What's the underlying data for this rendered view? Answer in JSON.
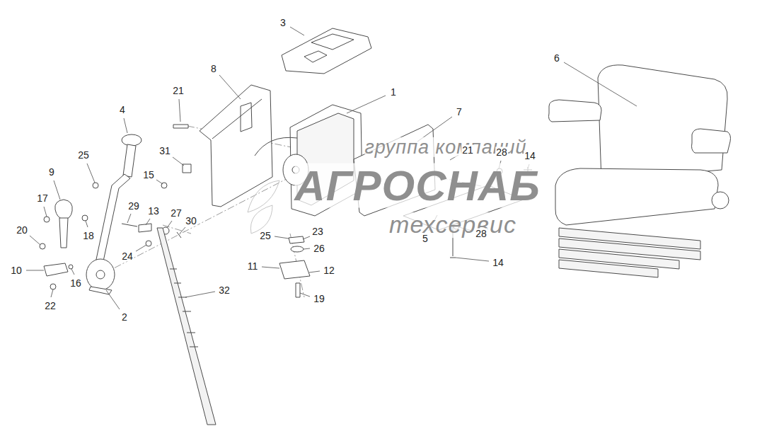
{
  "diagram": {
    "labels": [
      "3",
      "8",
      "6",
      "21",
      "1",
      "4",
      "7",
      "21",
      "28",
      "14",
      "31",
      "25",
      "15",
      "9",
      "17",
      "29",
      "13",
      "27",
      "30",
      "18",
      "25",
      "23",
      "5",
      "28",
      "20",
      "24",
      "26",
      "14",
      "10",
      "16",
      "11",
      "12",
      "22",
      "2",
      "19",
      "32",
      "группа компаний",
      "АГРОСНАБ",
      "техсервис"
    ]
  }
}
